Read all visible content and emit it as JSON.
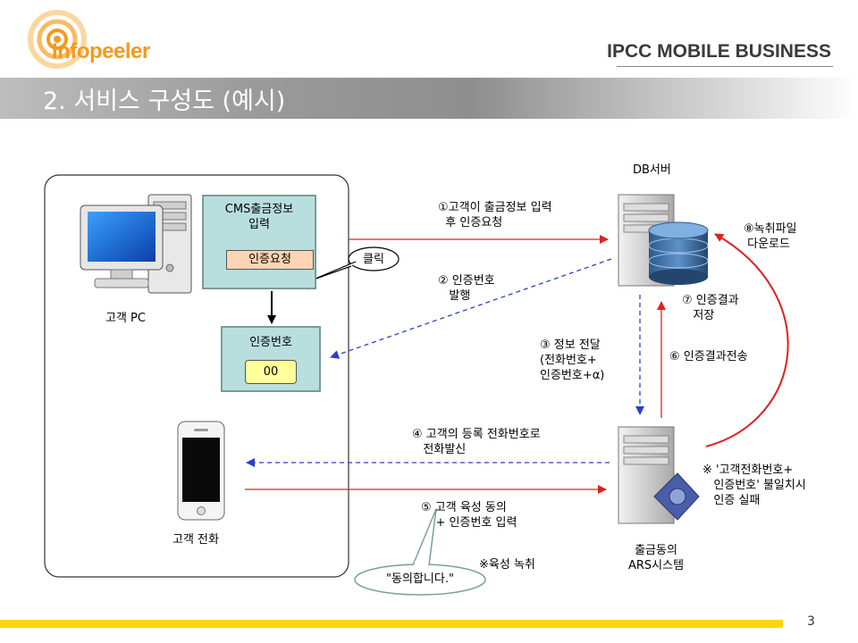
{
  "header": {
    "logo_text": "Infopeeler",
    "company": "IPCC MOBILE BUSINESS",
    "title": "2. 서비스 구성도 (예시)"
  },
  "nodes": {
    "cms_title": "CMS출금정보\n입력",
    "auth_request": "인증요청",
    "click": "클릭",
    "pc_label": "고객 PC",
    "auth_number_title": "인증번호",
    "auth_code": "00",
    "phone_label": "고객 전화",
    "db_server": "DB서버",
    "ars_system": "출금동의\nARS시스템",
    "consent_quote": "\"동의합니다.\""
  },
  "steps": {
    "s1": "①고객이 출금정보 입력\n  후 인증요청",
    "s2": "② 인증번호\n   발행",
    "s3": "③ 정보 전달\n(전화번호+\n인증번호+α)",
    "s4": "④ 고객의 등록 전화번호로\n   전화발신",
    "s5": "⑤ 고객 육성 동의\n    + 인증번호 입력",
    "s6": "⑥ 인증결과전송",
    "s7": "⑦ 인증결과\n   저장",
    "s8": "⑧녹취파일\n 다운로드"
  },
  "notes": {
    "fail_note": "※ '고객전화번호+\n   인증번호' 불일치시\n   인증 실패",
    "record_note": "※육성 녹취"
  },
  "page_number": "3",
  "colors": {
    "accent_orange": "#f39a1e",
    "box_fill": "#b9dede",
    "arrow_red": "#e02020",
    "arrow_blue": "#2a40c8",
    "footer_yellow": "#ffd700"
  }
}
